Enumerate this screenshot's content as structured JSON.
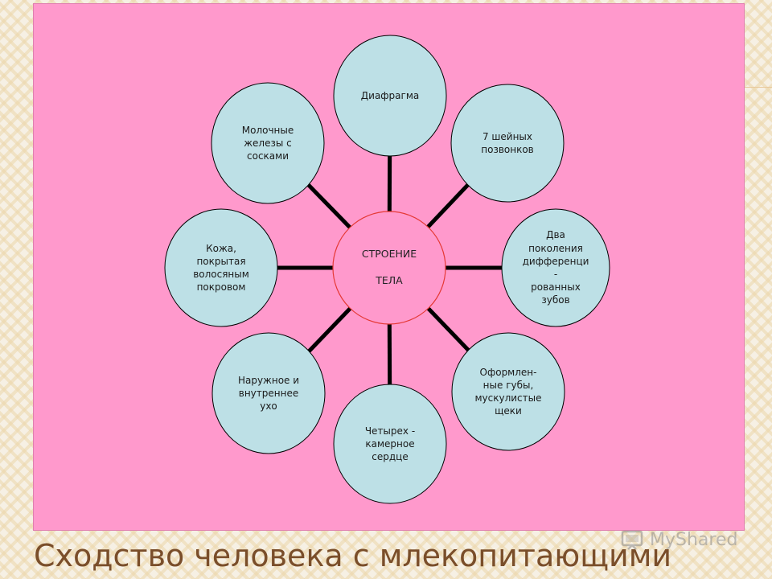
{
  "colors": {
    "background": "#f6f0e4",
    "panel": "#ff99cc",
    "bubble_fill": "#bde0e6",
    "center_fill": "#ff99cc",
    "center_stroke": "#e53935",
    "connector": "#000000",
    "title_text": "#7a4e2a"
  },
  "diagram": {
    "center": "СТРОЕНИЕ\n\nТЕЛА",
    "nodes": [
      {
        "label": "Диафрагма"
      },
      {
        "label": "7 шейных\nпозвонков"
      },
      {
        "label": "Два\nпоколения\nдифференци\n-\nрованных\nзубов"
      },
      {
        "label": "Оформлен-\nные губы,\nмускулистые\nщеки"
      },
      {
        "label": "Четырех -\nкамерное\nсердце"
      },
      {
        "label": "Наружное и\nвнутреннее\nухо"
      },
      {
        "label": "Кожа,\nпокрытая\nволосяным\nпокровом"
      },
      {
        "label": "Молочные\nжелезы с\nсосками"
      }
    ]
  },
  "footer": {
    "title": "Сходство человека с млекопитающими"
  },
  "watermark": {
    "text": "MyShared",
    "icon": "slideshow-icon"
  }
}
